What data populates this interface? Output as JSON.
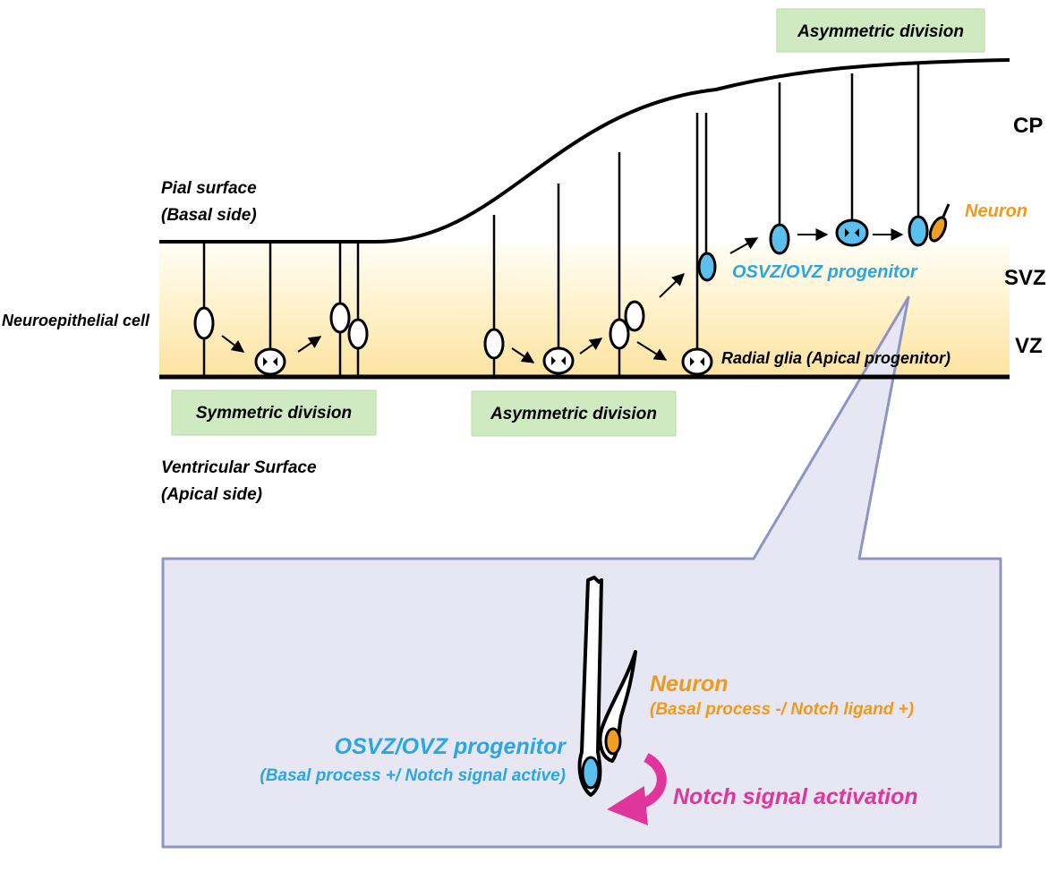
{
  "colors": {
    "zone_band_top": "#fffaec",
    "zone_band_bottom": "#fde6a6",
    "division_box": "#cfe9c1",
    "callout_fill": "#e6e7f2",
    "callout_stroke": "#8e94c4",
    "progenitor_blue": "#2aa6e2",
    "neuron_orange": "#ef9a1a",
    "notch_pink": "#e0359a",
    "line": "#000000"
  },
  "labels": {
    "pial_surface": "Pial surface",
    "basal_side": "(Basal side)",
    "ventricular_surface": "Ventricular Surface",
    "apical_side": "(Apical side)",
    "neuroepithelial_cell": "Neuroepithelial cell",
    "symmetric_division": "Symmetric division",
    "asymmetric_division_lower": "Asymmetric division",
    "asymmetric_division_upper": "Asymmetric division",
    "radial_glia": "Radial glia (Apical progenitor)",
    "osvz_progenitor": "OSVZ/OVZ progenitor",
    "neuron": "Neuron"
  },
  "zones": {
    "cp": "CP",
    "svz": "SVZ",
    "vz": "VZ"
  },
  "inset": {
    "neuron_title": "Neuron",
    "neuron_detail": "(Basal process -/ Notch ligand +)",
    "progenitor_title": "OSVZ/OVZ progenitor",
    "progenitor_detail": "(Basal process +/ Notch signal active)",
    "notch_activation": "Notch signal activation"
  }
}
